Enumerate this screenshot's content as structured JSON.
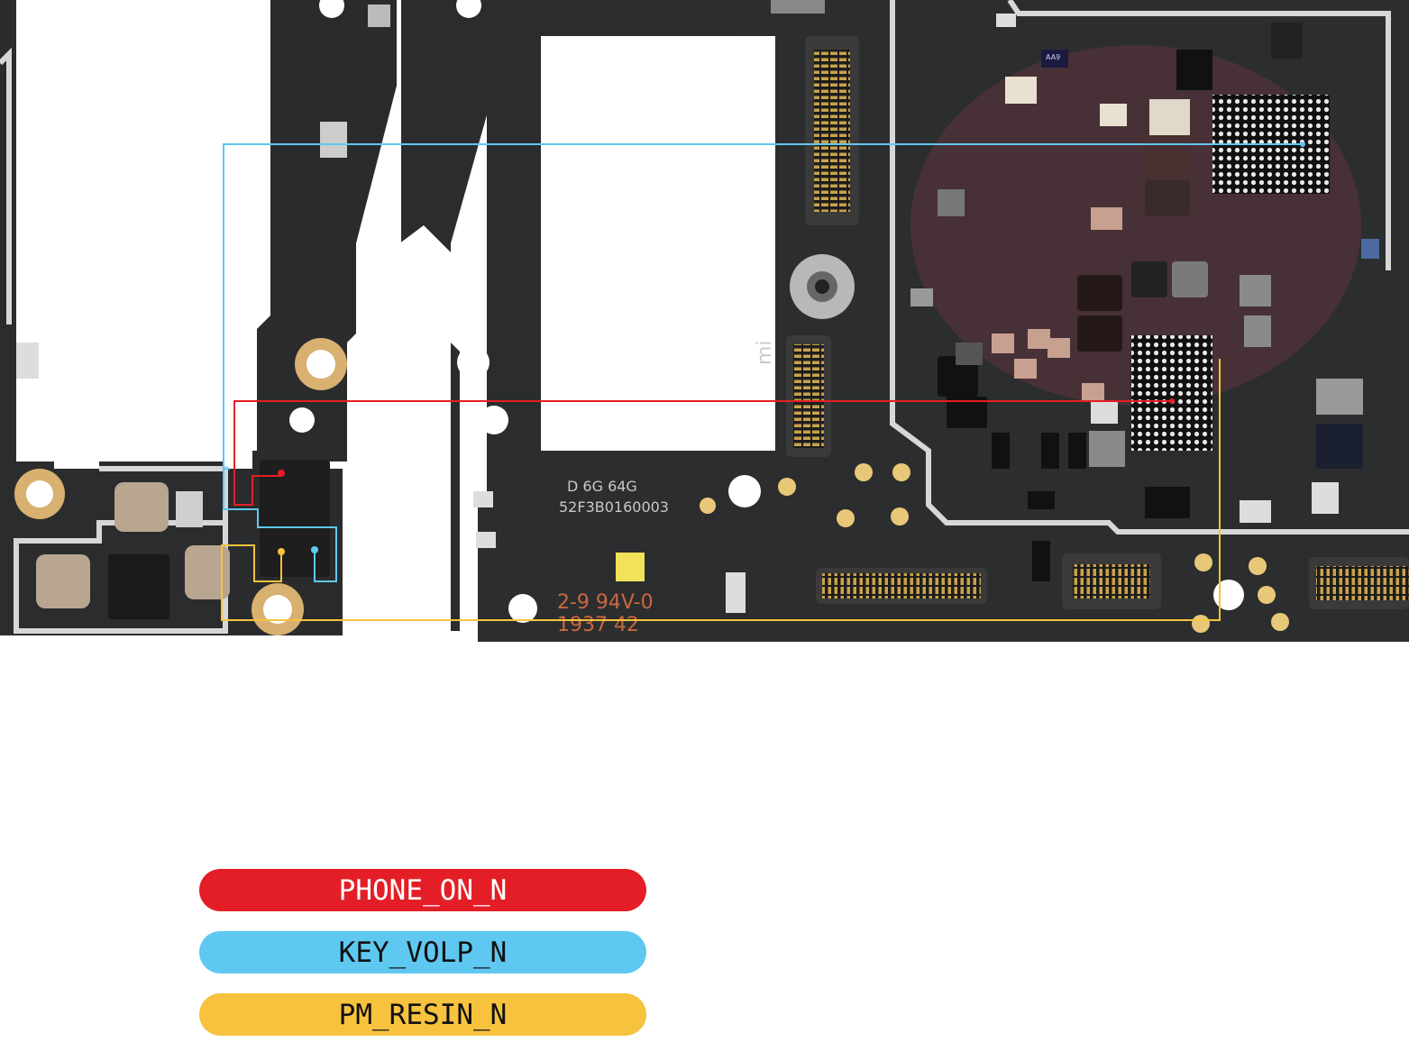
{
  "board": {
    "silkscreen": {
      "variant": "D  6G  64G",
      "serial": "52F3B0160003",
      "rating": "2-9 94V-0",
      "date_code": "1937  42",
      "logo": "mi"
    },
    "chip_label": "AA9"
  },
  "legend": [
    {
      "label": "PHONE_ON_N",
      "color": "#e41e26"
    },
    {
      "label": "KEY_VOLP_N",
      "color": "#5ec8f1"
    },
    {
      "label": "PM_RESIN_N",
      "color": "#f7c23e"
    }
  ]
}
